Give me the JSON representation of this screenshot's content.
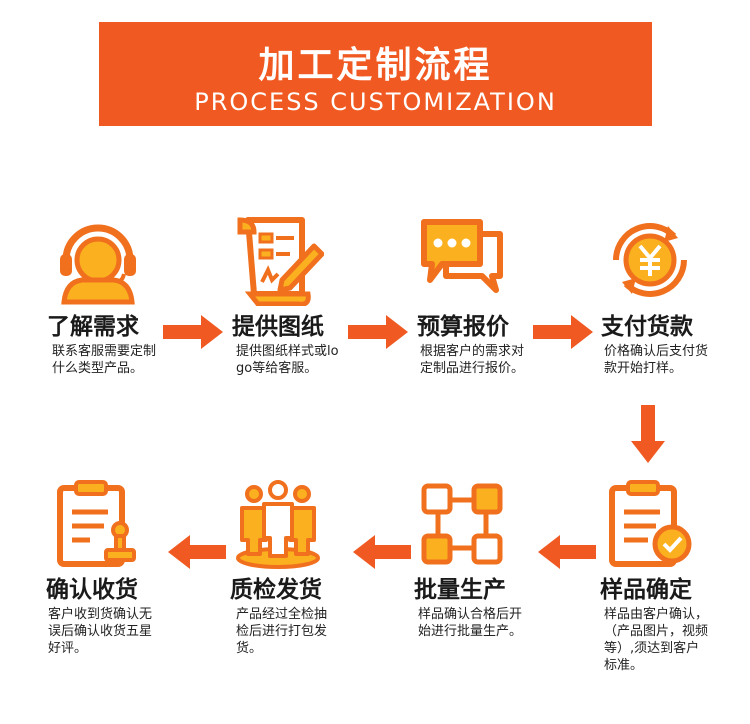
{
  "header": {
    "title": "加工定制流程",
    "subtitle": "PROCESS CUSTOMIZATION"
  },
  "steps": [
    {
      "title": "了解需求",
      "desc": "联系客服需要定制什么类型产品。",
      "icon": "customer-service-icon"
    },
    {
      "title": "提供图纸",
      "desc": "提供图纸样式或logo等给客服。",
      "icon": "drawing-scroll-icon"
    },
    {
      "title": "预算报价",
      "desc": "根据客户的需求对定制品进行报价。",
      "icon": "chat-bubbles-icon"
    },
    {
      "title": "支付货款",
      "desc": "价格确认后支付货款开始打样。",
      "icon": "yuan-coin-icon"
    },
    {
      "title": "样品确定",
      "desc": "样品由客户确认，（产品图片，视频等）,须达到客户标准。",
      "icon": "clipboard-check-icon"
    },
    {
      "title": "批量生产",
      "desc": "样品确认合格后开始进行批量生产。",
      "icon": "production-network-icon"
    },
    {
      "title": "质检发货",
      "desc": "产品经过全检抽检后进行打包发货。",
      "icon": "team-inspection-icon"
    },
    {
      "title": "确认收货",
      "desc": "客户收到货确认无误后确认收货五星好评。",
      "icon": "clipboard-stamp-icon"
    }
  ],
  "colors": {
    "accent": "#f05a22",
    "icon_orange": "#f0701e",
    "icon_yellow": "#fbb11f"
  }
}
